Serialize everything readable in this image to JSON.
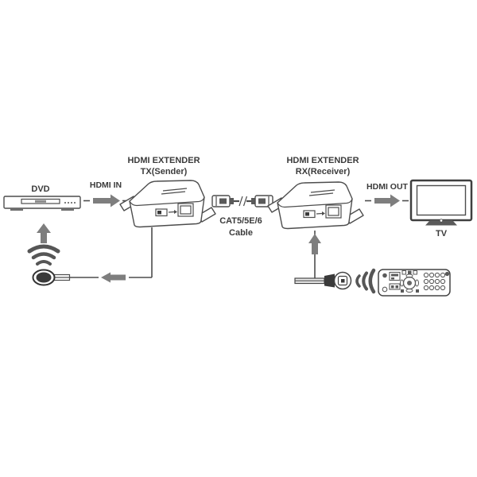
{
  "diagram": {
    "background": "#ffffff",
    "labels": {
      "dvd": "DVD",
      "hdmi_in": "HDMI IN",
      "tx_line1": "HDMI EXTENDER",
      "tx_line2": "TX(Sender)",
      "cable_line1": "CAT5/5E/6",
      "cable_line2": "Cable",
      "rx_line1": "HDMI EXTENDER",
      "rx_line2": "RX(Receiver)",
      "hdmi_out": "HDMI OUT",
      "tv": "TV"
    },
    "colors": {
      "line": "#4d4d4d",
      "arrow": "#7e7e7e",
      "text": "#3b3b3b",
      "dark_fill": "#3a3a3a",
      "background": "#ffffff"
    },
    "icons": {
      "dvd_player": "dvd-player-box",
      "tx_extender": "extender-box-3d",
      "cat_cable": "rj45-patch-cable-with-break",
      "rx_extender": "extender-box-3d",
      "tv": "flat-screen-tv",
      "ir_emitter": "ir-blaster-dark-ellipse",
      "ir_waves_up": "three-signal-arcs-up",
      "ir_receiver": "ir-eye-on-cable",
      "ir_waves_left": "three-signal-arcs-left",
      "remote": "remote-control-horizontal",
      "hdmi_in_arrow": "dashed-thick-arrow-right",
      "hdmi_out_arrow": "dashed-thick-arrow-right",
      "dvd_up_arrow": "thick-arrow-up",
      "ir_left_arrow": "thick-arrow-left",
      "rx_up_arrow": "thick-arrow-up"
    }
  }
}
